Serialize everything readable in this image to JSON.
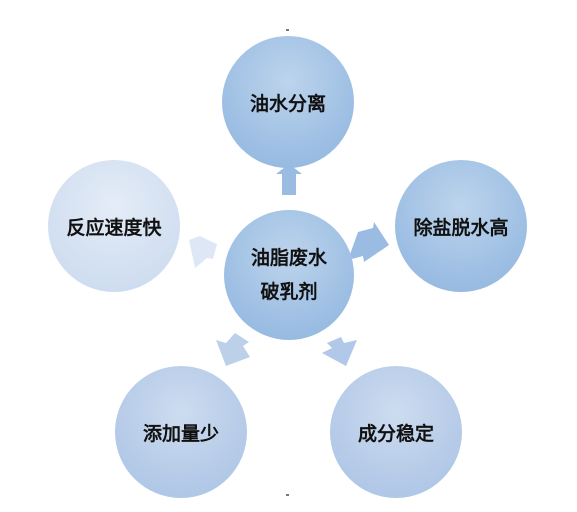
{
  "diagram": {
    "center": {
      "line1": "油脂废水",
      "line2": "破乳剂"
    },
    "nodes": {
      "top": "油水分离",
      "right": "除盐脱水高",
      "bottom_right": "成分稳定",
      "bottom_left": "添加量少",
      "left": "反应速度快"
    },
    "colors": {
      "dark_node": "#9fc0e4",
      "light_node": "#d3e0f1",
      "arrow_dark": "#8fb4df",
      "arrow_light": "#dce6f4"
    }
  }
}
